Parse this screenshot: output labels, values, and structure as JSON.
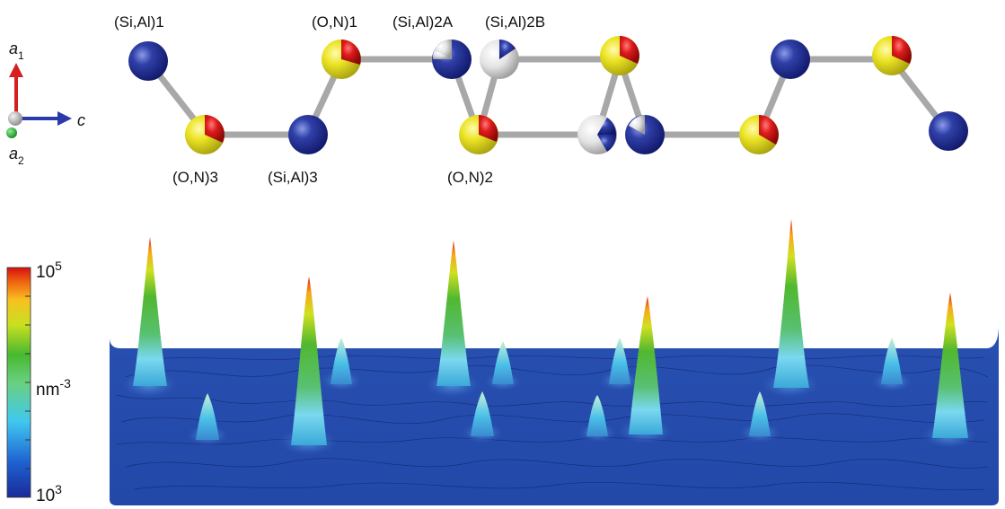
{
  "atom_labels": {
    "si_al_1": "(Si,Al)1",
    "o_n_1": "(O,N)1",
    "si_al_2a": "(Si,Al)2A",
    "si_al_2b": "(Si,Al)2B",
    "o_n_3": "(O,N)3",
    "si_al_3": "(Si,Al)3",
    "o_n_2": "(O,N)2"
  },
  "axes": {
    "a1_main": "a",
    "a1_sub": "1",
    "c": "c",
    "a2_main": "a",
    "a2_sub": "2"
  },
  "colorbar": {
    "max_base": "10",
    "max_exp": "5",
    "unit_base": "nm",
    "unit_exp": "-3",
    "min_base": "10",
    "min_exp": "3"
  },
  "colors": {
    "si_al": "#1c2a8c",
    "o_n_yellow": "#e8e020",
    "o_n_red": "#dd1a1a",
    "vacancy_white": "#e8e8e8",
    "bond": "#b0b0b0",
    "surface_base": "#2a52b0",
    "arrow_a1": "#d42020",
    "arrow_c": "#2a3aa8",
    "dot_a2": "#22aa33"
  }
}
